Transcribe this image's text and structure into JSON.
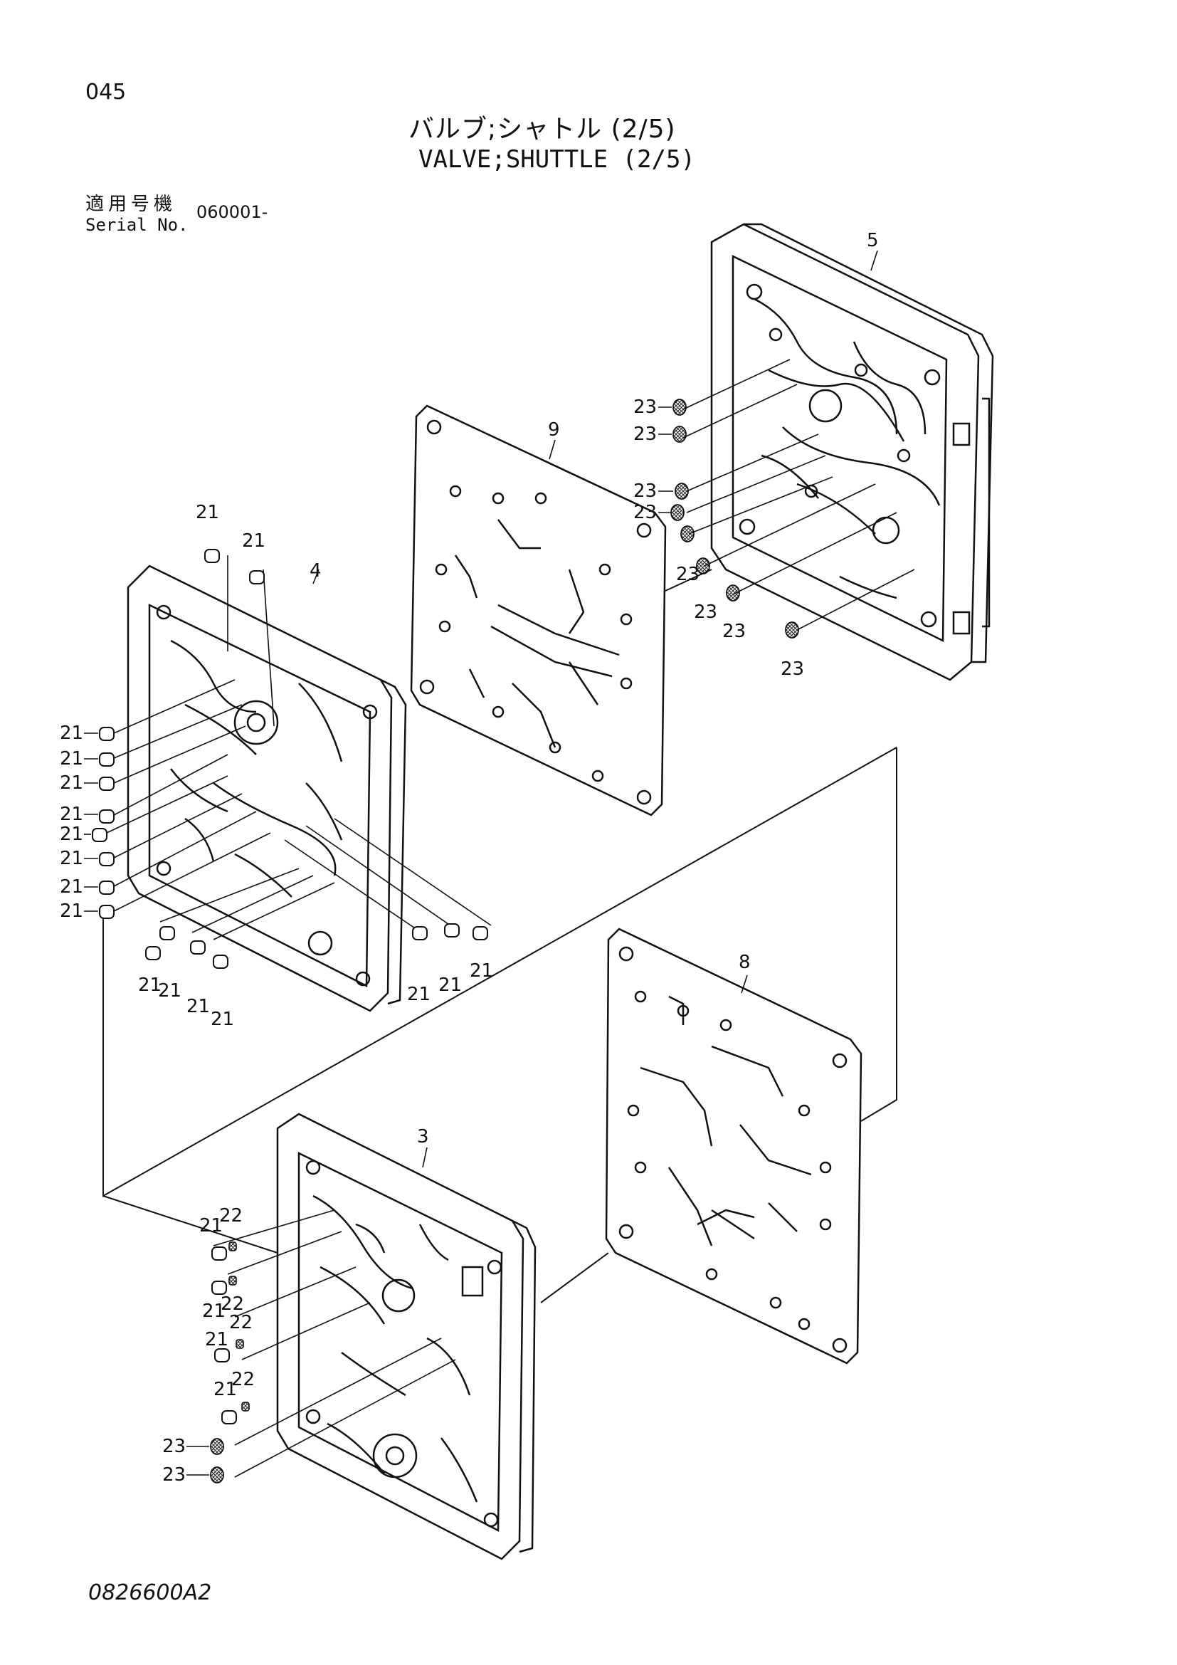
{
  "header": {
    "page_number": "045",
    "title_jp": "バルブ;シャトル (2/5)",
    "title_en": "VALVE;SHUTTLE (2/5)",
    "serial_label_jp": "適用号機",
    "serial_label_en": "Serial No.",
    "serial_value": "060001-"
  },
  "footer": {
    "drawing_number": "0826600A2"
  },
  "callouts": {
    "part3": "3",
    "part4": "4",
    "part5": "5",
    "part8": "8",
    "part9": "9",
    "part21": "21",
    "part22": "22",
    "part23": "23"
  }
}
